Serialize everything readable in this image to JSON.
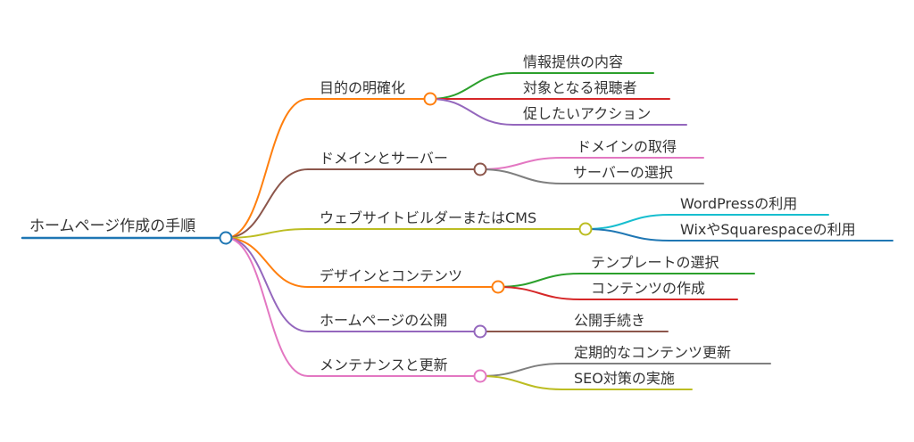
{
  "root": {
    "label": "ホームページ作成の手順",
    "color": "#1f77b4"
  },
  "branches": [
    {
      "label": "目的の明確化",
      "color": "#ff7f0e",
      "children": [
        {
          "label": "情報提供の内容",
          "color": "#2ca02c"
        },
        {
          "label": "対象となる視聴者",
          "color": "#d62728"
        },
        {
          "label": "促したいアクション",
          "color": "#9467bd"
        }
      ]
    },
    {
      "label": "ドメインとサーバー",
      "color": "#8c564b",
      "children": [
        {
          "label": "ドメインの取得",
          "color": "#e377c2"
        },
        {
          "label": "サーバーの選択",
          "color": "#7f7f7f"
        }
      ]
    },
    {
      "label": "ウェブサイトビルダーまたはCMS",
      "color": "#bcbd22",
      "children": [
        {
          "label": "WordPressの利用",
          "color": "#17becf"
        },
        {
          "label": "WixやSquarespaceの利用",
          "color": "#1f77b4"
        }
      ]
    },
    {
      "label": "デザインとコンテンツ",
      "color": "#ff7f0e",
      "children": [
        {
          "label": "テンプレートの選択",
          "color": "#2ca02c"
        },
        {
          "label": "コンテンツの作成",
          "color": "#d62728"
        }
      ]
    },
    {
      "label": "ホームページの公開",
      "color": "#9467bd",
      "children": [
        {
          "label": "公開手続き",
          "color": "#8c564b"
        }
      ]
    },
    {
      "label": "メンテナンスと更新",
      "color": "#e377c2",
      "children": [
        {
          "label": "定期的なコンテンツ更新",
          "color": "#7f7f7f"
        },
        {
          "label": "SEO対策の実施",
          "color": "#bcbd22"
        }
      ]
    }
  ]
}
